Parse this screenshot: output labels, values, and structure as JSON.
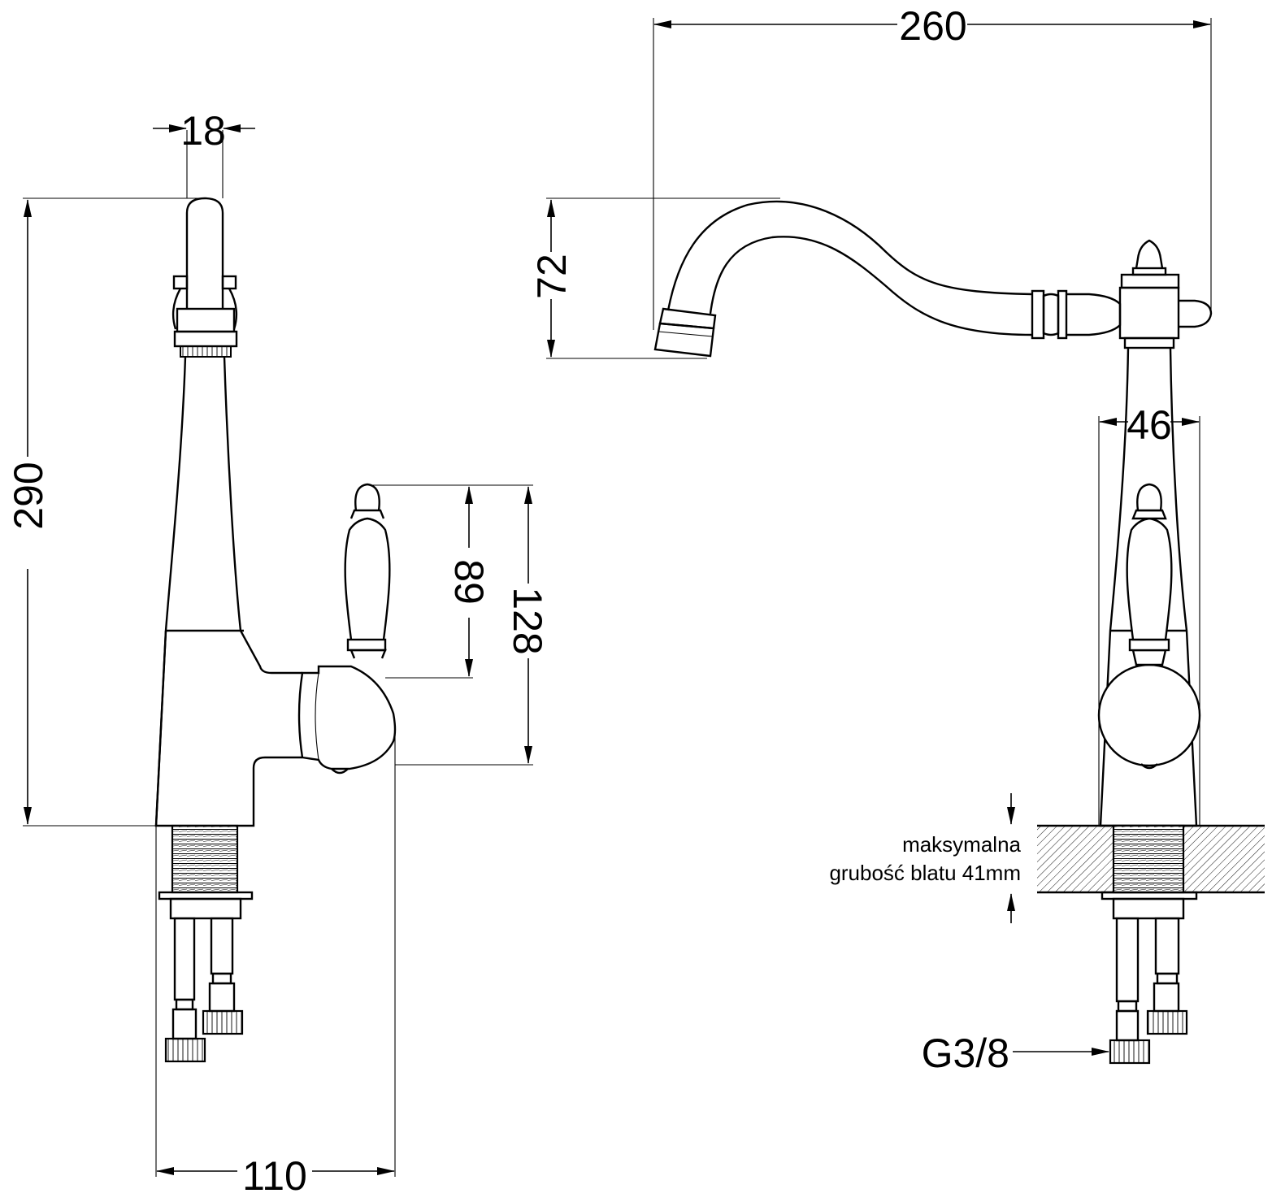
{
  "colors": {
    "line": "#000000",
    "background": "#ffffff",
    "hatch": "#000000"
  },
  "dimensions": {
    "spout_width": "18",
    "total_height": "290",
    "total_depth": "110",
    "lever_height_short": "89",
    "lever_height_long": "128",
    "spout_reach": "260",
    "spout_drop": "72",
    "body_diameter": "46"
  },
  "notes": {
    "thickness_line1": "maksymalna",
    "thickness_line2": "grubość blatu 41mm",
    "connector": "G3/8"
  }
}
